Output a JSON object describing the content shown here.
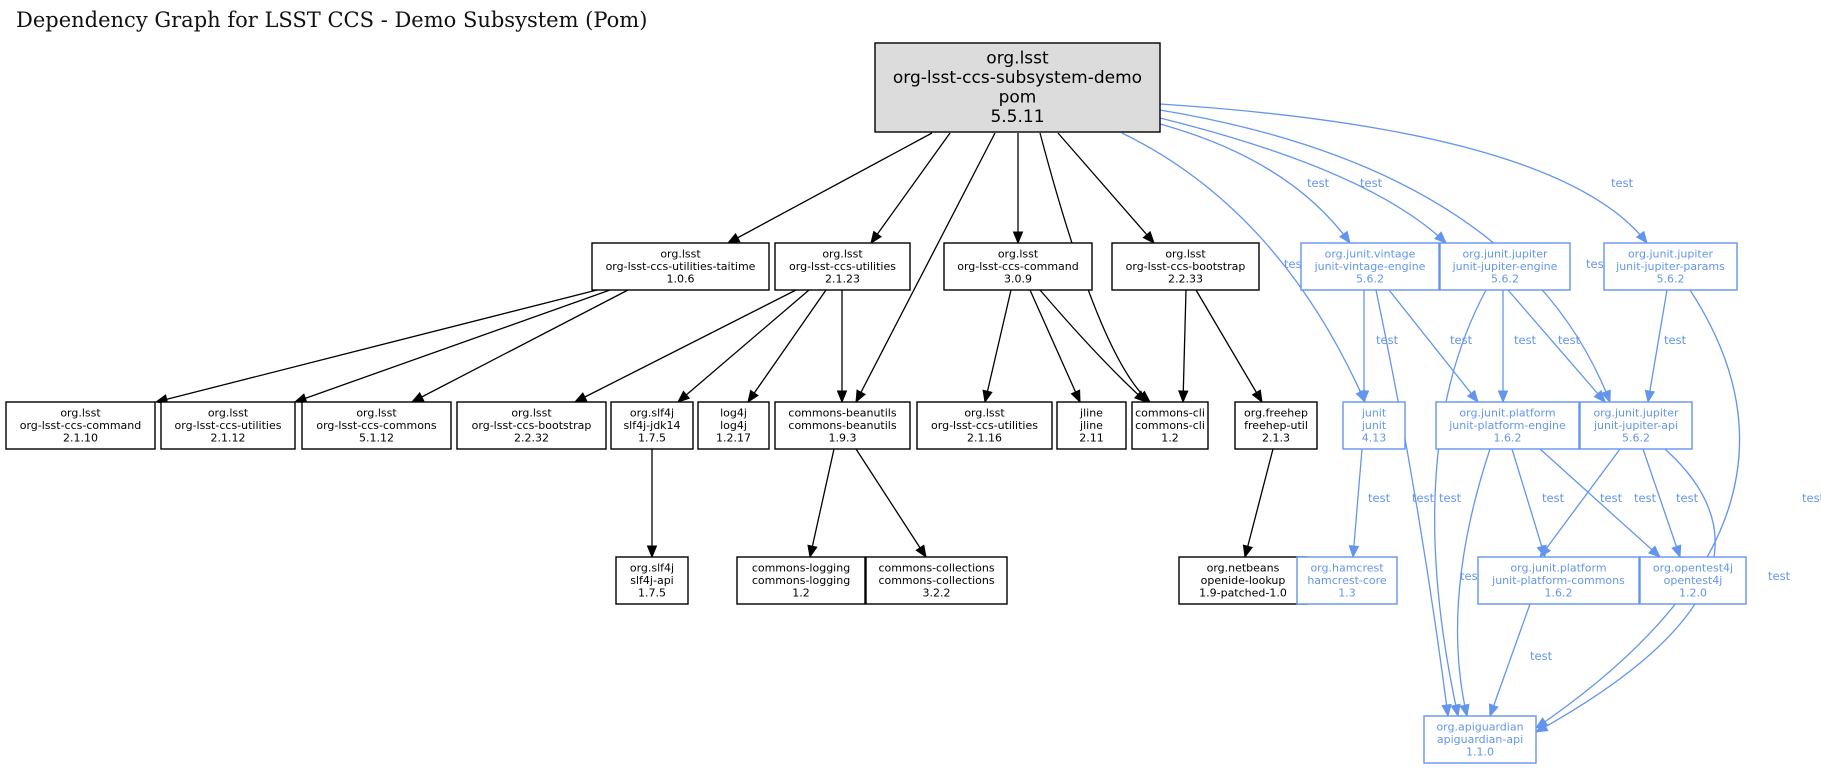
{
  "title": "Dependency Graph for LSST CCS - Demo Subsystem (Pom)",
  "colors": {
    "compile": "#000000",
    "test": "#6495ed",
    "root_fill": "#dcdcdc"
  },
  "nodes": [
    {
      "id": "root",
      "kind": "root",
      "lines": [
        "org.lsst",
        "org-lsst-ccs-subsystem-demo",
        "pom",
        "5.5.11"
      ]
    },
    {
      "id": "taitime",
      "kind": "compile",
      "lines": [
        "org.lsst",
        "org-lsst-ccs-utilities-taitime",
        "1.0.6"
      ]
    },
    {
      "id": "utilities2123",
      "kind": "compile",
      "lines": [
        "org.lsst",
        "org-lsst-ccs-utilities",
        "2.1.23"
      ]
    },
    {
      "id": "command309",
      "kind": "compile",
      "lines": [
        "org.lsst",
        "org-lsst-ccs-command",
        "3.0.9"
      ]
    },
    {
      "id": "bootstrap2233",
      "kind": "compile",
      "lines": [
        "org.lsst",
        "org-lsst-ccs-bootstrap",
        "2.2.33"
      ]
    },
    {
      "id": "vintage",
      "kind": "test",
      "lines": [
        "org.junit.vintage",
        "junit-vintage-engine",
        "5.6.2"
      ]
    },
    {
      "id": "jupiterEngine",
      "kind": "test",
      "lines": [
        "org.junit.jupiter",
        "junit-jupiter-engine",
        "5.6.2"
      ]
    },
    {
      "id": "jupiterParams",
      "kind": "test",
      "lines": [
        "org.junit.jupiter",
        "junit-jupiter-params",
        "5.6.2"
      ]
    },
    {
      "id": "command2110",
      "kind": "compile",
      "lines": [
        "org.lsst",
        "org-lsst-ccs-command",
        "2.1.10"
      ]
    },
    {
      "id": "utilities2112",
      "kind": "compile",
      "lines": [
        "org.lsst",
        "org-lsst-ccs-utilities",
        "2.1.12"
      ]
    },
    {
      "id": "commons5112",
      "kind": "compile",
      "lines": [
        "org.lsst",
        "org-lsst-ccs-commons",
        "5.1.12"
      ]
    },
    {
      "id": "bootstrap2232",
      "kind": "compile",
      "lines": [
        "org.lsst",
        "org-lsst-ccs-bootstrap",
        "2.2.32"
      ]
    },
    {
      "id": "slf4jJdk",
      "kind": "compile",
      "lines": [
        "org.slf4j",
        "slf4j-jdk14",
        "1.7.5"
      ]
    },
    {
      "id": "log4j",
      "kind": "compile",
      "lines": [
        "log4j",
        "log4j",
        "1.2.17"
      ]
    },
    {
      "id": "beanutils",
      "kind": "compile",
      "lines": [
        "commons-beanutils",
        "commons-beanutils",
        "1.9.3"
      ]
    },
    {
      "id": "utilities2116",
      "kind": "compile",
      "lines": [
        "org.lsst",
        "org-lsst-ccs-utilities",
        "2.1.16"
      ]
    },
    {
      "id": "jline",
      "kind": "compile",
      "lines": [
        "jline",
        "jline",
        "2.11"
      ]
    },
    {
      "id": "commonsCli",
      "kind": "compile",
      "lines": [
        "commons-cli",
        "commons-cli",
        "1.2"
      ]
    },
    {
      "id": "freehep",
      "kind": "compile",
      "lines": [
        "org.freehep",
        "freehep-util",
        "2.1.3"
      ]
    },
    {
      "id": "junit",
      "kind": "test",
      "lines": [
        "junit",
        "junit",
        "4.13"
      ]
    },
    {
      "id": "platformEngine",
      "kind": "test",
      "lines": [
        "org.junit.platform",
        "junit-platform-engine",
        "1.6.2"
      ]
    },
    {
      "id": "jupiterApi",
      "kind": "test",
      "lines": [
        "org.junit.jupiter",
        "junit-jupiter-api",
        "5.6.2"
      ]
    },
    {
      "id": "slf4jApi",
      "kind": "compile",
      "lines": [
        "org.slf4j",
        "slf4j-api",
        "1.7.5"
      ]
    },
    {
      "id": "logging",
      "kind": "compile",
      "lines": [
        "commons-logging",
        "commons-logging",
        "1.2"
      ]
    },
    {
      "id": "collections",
      "kind": "compile",
      "lines": [
        "commons-collections",
        "commons-collections",
        "3.2.2"
      ]
    },
    {
      "id": "openide",
      "kind": "compile",
      "lines": [
        "org.netbeans",
        "openide-lookup",
        "1.9-patched-1.0"
      ]
    },
    {
      "id": "hamcrest",
      "kind": "test",
      "lines": [
        "org.hamcrest",
        "hamcrest-core",
        "1.3"
      ]
    },
    {
      "id": "platformCommons",
      "kind": "test",
      "lines": [
        "org.junit.platform",
        "junit-platform-commons",
        "1.6.2"
      ]
    },
    {
      "id": "opentest4j",
      "kind": "test",
      "lines": [
        "org.opentest4j",
        "opentest4j",
        "1.2.0"
      ]
    },
    {
      "id": "apiguardian",
      "kind": "test",
      "lines": [
        "org.apiguardian",
        "apiguardian-api",
        "1.1.0"
      ]
    }
  ],
  "edges": [
    {
      "from": "root",
      "to": "taitime",
      "kind": "compile",
      "label": ""
    },
    {
      "from": "root",
      "to": "utilities2123",
      "kind": "compile",
      "label": ""
    },
    {
      "from": "root",
      "to": "beanutils",
      "kind": "compile",
      "label": ""
    },
    {
      "from": "root",
      "to": "command309",
      "kind": "compile",
      "label": ""
    },
    {
      "from": "root",
      "to": "commonsCli",
      "kind": "compile",
      "label": ""
    },
    {
      "from": "root",
      "to": "bootstrap2233",
      "kind": "compile",
      "label": ""
    },
    {
      "from": "root",
      "to": "junit",
      "kind": "test",
      "label": "test"
    },
    {
      "from": "root",
      "to": "vintage",
      "kind": "test",
      "label": "test"
    },
    {
      "from": "root",
      "to": "jupiterEngine",
      "kind": "test",
      "label": "test"
    },
    {
      "from": "root",
      "to": "jupiterApi",
      "kind": "test",
      "label": "test"
    },
    {
      "from": "root",
      "to": "jupiterParams",
      "kind": "test",
      "label": "test"
    },
    {
      "from": "taitime",
      "to": "command2110",
      "kind": "compile",
      "label": ""
    },
    {
      "from": "taitime",
      "to": "utilities2112",
      "kind": "compile",
      "label": ""
    },
    {
      "from": "taitime",
      "to": "commons5112",
      "kind": "compile",
      "label": ""
    },
    {
      "from": "utilities2123",
      "to": "bootstrap2232",
      "kind": "compile",
      "label": ""
    },
    {
      "from": "utilities2123",
      "to": "slf4jJdk",
      "kind": "compile",
      "label": ""
    },
    {
      "from": "utilities2123",
      "to": "log4j",
      "kind": "compile",
      "label": ""
    },
    {
      "from": "utilities2123",
      "to": "beanutils",
      "kind": "compile",
      "label": ""
    },
    {
      "from": "command309",
      "to": "utilities2116",
      "kind": "compile",
      "label": ""
    },
    {
      "from": "command309",
      "to": "jline",
      "kind": "compile",
      "label": ""
    },
    {
      "from": "command309",
      "to": "commonsCli",
      "kind": "compile",
      "label": ""
    },
    {
      "from": "bootstrap2233",
      "to": "commonsCli",
      "kind": "compile",
      "label": ""
    },
    {
      "from": "bootstrap2233",
      "to": "freehep",
      "kind": "compile",
      "label": ""
    },
    {
      "from": "slf4jJdk",
      "to": "slf4jApi",
      "kind": "compile",
      "label": ""
    },
    {
      "from": "beanutils",
      "to": "logging",
      "kind": "compile",
      "label": ""
    },
    {
      "from": "beanutils",
      "to": "collections",
      "kind": "compile",
      "label": ""
    },
    {
      "from": "freehep",
      "to": "openide",
      "kind": "compile",
      "label": ""
    },
    {
      "from": "vintage",
      "to": "junit",
      "kind": "test",
      "label": "test"
    },
    {
      "from": "vintage",
      "to": "platformEngine",
      "kind": "test",
      "label": "test"
    },
    {
      "from": "vintage",
      "to": "apiguardian",
      "kind": "test",
      "label": "test"
    },
    {
      "from": "jupiterEngine",
      "to": "platformEngine",
      "kind": "test",
      "label": "test"
    },
    {
      "from": "jupiterEngine",
      "to": "jupiterApi",
      "kind": "test",
      "label": "test"
    },
    {
      "from": "jupiterEngine",
      "to": "apiguardian",
      "kind": "test",
      "label": "test"
    },
    {
      "from": "jupiterParams",
      "to": "jupiterApi",
      "kind": "test",
      "label": "test"
    },
    {
      "from": "jupiterParams",
      "to": "apiguardian",
      "kind": "test",
      "label": "test"
    },
    {
      "from": "junit",
      "to": "hamcrest",
      "kind": "test",
      "label": "test"
    },
    {
      "from": "platformEngine",
      "to": "platformCommons",
      "kind": "test",
      "label": "test"
    },
    {
      "from": "platformEngine",
      "to": "opentest4j",
      "kind": "test",
      "label": "test"
    },
    {
      "from": "platformEngine",
      "to": "apiguardian",
      "kind": "test",
      "label": "test"
    },
    {
      "from": "jupiterApi",
      "to": "platformCommons",
      "kind": "test",
      "label": "test"
    },
    {
      "from": "jupiterApi",
      "to": "opentest4j",
      "kind": "test",
      "label": "test"
    },
    {
      "from": "jupiterApi",
      "to": "apiguardian",
      "kind": "test",
      "label": "test"
    },
    {
      "from": "platformCommons",
      "to": "apiguardian",
      "kind": "test",
      "label": "test"
    }
  ]
}
